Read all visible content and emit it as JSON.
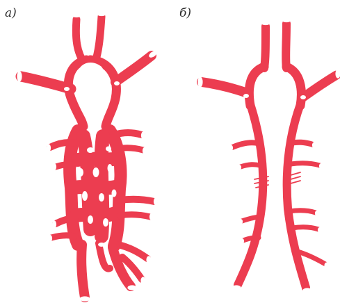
{
  "panels": [
    {
      "id": "a",
      "label": "а)"
    },
    {
      "id": "b",
      "label": "б)"
    }
  ],
  "colors": {
    "vessel": "#ec3d50",
    "hole": "#ffffff",
    "background": "#ffffff"
  }
}
